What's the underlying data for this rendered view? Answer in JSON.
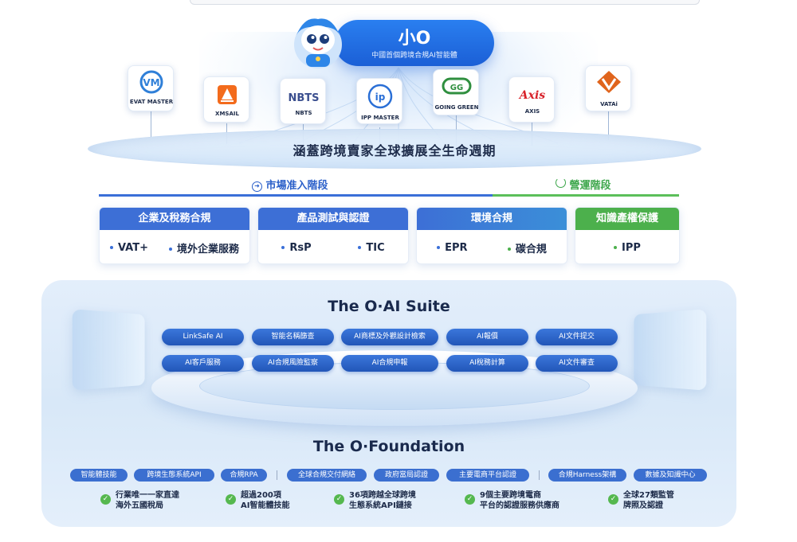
{
  "hero": {
    "title": "小O",
    "subtitle": "中國首個跨境合規AI智能體"
  },
  "products": [
    {
      "name": "EVAT MASTER",
      "logo_text": "VM",
      "logo_color": "#2f7fd8",
      "icon": "evat-master-logo"
    },
    {
      "name": "XMSAIL",
      "logo_text": "",
      "logo_color": "#f36b1c",
      "icon": "xmsail-logo"
    },
    {
      "name": "NBTS",
      "logo_text": "NBTS",
      "logo_color": "#3b4f8f",
      "icon": "nbts-logo"
    },
    {
      "name": "IPP MASTER",
      "logo_text": "IP",
      "logo_color": "#2a6fd6",
      "icon": "ipp-master-logo"
    },
    {
      "name": "GOING GREEN",
      "logo_text": "GG",
      "logo_color": "#2f8f3f",
      "icon": "going-green-logo"
    },
    {
      "name": "AXIS",
      "logo_text": "Axis",
      "logo_color": "#d8222a",
      "icon": "axis-logo"
    },
    {
      "name": "VATAi",
      "logo_text": "V",
      "logo_color": "#e0641c",
      "icon": "vatai-logo"
    }
  ],
  "ring_text": "涵蓋跨境賣家全球擴展全生命週期",
  "stages": {
    "market_entry": "市場准入階段",
    "operation": "營運階段"
  },
  "categories": [
    {
      "title": "企業及稅務合規",
      "color": "#3d6fd6",
      "items": [
        "VAT+",
        "境外企業服務"
      ]
    },
    {
      "title": "產品測試與認證",
      "color": "#3d6fd6",
      "items": [
        "RsP",
        "TIC"
      ]
    },
    {
      "title": "環境合規",
      "color": "#3a82d9",
      "items": [
        "EPR",
        "碳合規"
      ]
    },
    {
      "title": "知識產權保護",
      "color": "#4cb04c",
      "items": [
        "IPP"
      ]
    }
  ],
  "suite": {
    "title": "The O·AI Suite",
    "chips_row1": [
      "LinkSafe AI",
      "智能名稱篩查",
      "AI商標及外觀設計檢索",
      "AI報價",
      "AI文件提交"
    ],
    "chips_row2": [
      "AI客戶服務",
      "AI合規風險監察",
      "AI合規申報",
      "AI稅務計算",
      "AI文件審查"
    ]
  },
  "foundation": {
    "title": "The O·Foundation",
    "groups": [
      [
        "智能體技能",
        "跨境生態系統API",
        "合規RPA"
      ],
      [
        "全球合規交付網絡",
        "政府當局認證",
        "主要電商平台認證"
      ],
      [
        "合規Harness架構",
        "數據及知識中心"
      ]
    ],
    "stats": [
      "行業唯一一家直達\n海外五國稅局",
      "超過200項\nAI智能體技能",
      "36項跨越全球跨境\n生態系統API鏈接",
      "9個主要跨境電商\n平台的認證服務供應商",
      "全球27類監管\n牌照及認證"
    ]
  }
}
